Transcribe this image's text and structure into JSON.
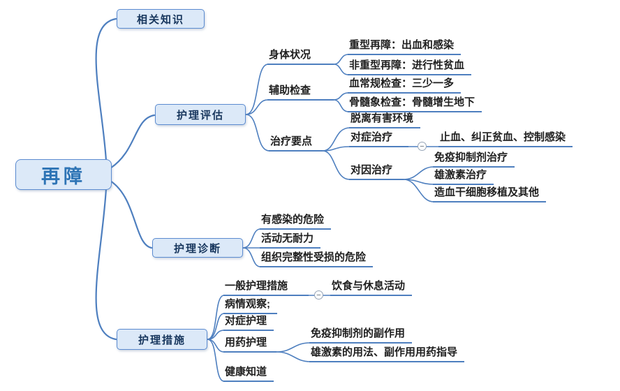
{
  "colors": {
    "line_blue": "#4e7fbf",
    "box_fill": "#dce9f8",
    "box_border": "#5b8bd0",
    "root_text": "#2e74b5",
    "branch_text": "#17365d"
  },
  "icons": {
    "collapse_glyph": "−"
  },
  "map": {
    "root": "再障",
    "related_knowledge": {
      "label": "相关知识"
    },
    "assessment": {
      "label": "护理评估",
      "physical": {
        "label": "身体状况",
        "items": [
          "重型再障：出血和感染",
          "非重型再障：进行性贫血"
        ]
      },
      "auxiliary": {
        "label": "辅助检查",
        "items": [
          "血常规检查：三少一多",
          "骨髓象检查：骨髓增生地下"
        ]
      },
      "treatment": {
        "label": "治疗要点",
        "avoid_env": "脱离有害环境",
        "symptomatic": {
          "label": "对症治疗",
          "detail": "止血、纠正贫血、控制感染"
        },
        "causal": {
          "label": "对因治疗",
          "items": [
            "免疫抑制剂治疗",
            "雄激素治疗",
            "造血干细胞移植及其他"
          ]
        }
      }
    },
    "diagnosis": {
      "label": "护理诊断",
      "items": [
        "有感染的危险",
        "活动无耐力",
        "组织完整性受损的危险"
      ]
    },
    "measures": {
      "label": "护理措施",
      "general": {
        "label": "一般护理措施",
        "detail": "饮食与休息活动"
      },
      "observation": "病情观察;",
      "symptomatic_care": "对症护理",
      "medication": {
        "label": "用药护理",
        "items": [
          "免疫抑制剂的副作用",
          "雄激素的用法、副作用用药指导"
        ]
      },
      "health": "健康知道"
    }
  }
}
